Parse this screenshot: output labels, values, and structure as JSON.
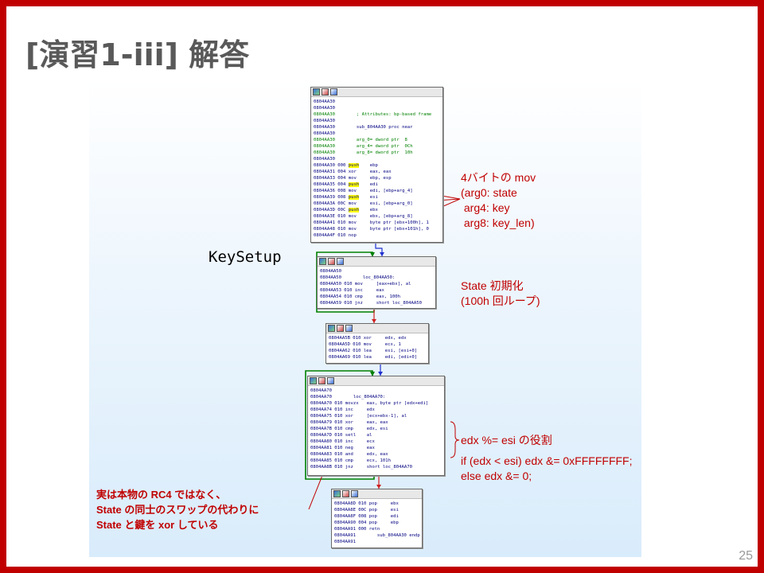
{
  "slide": {
    "title": "[演習1-iii] 解答",
    "page_number": "25",
    "keysetup_label": "KeySetup"
  },
  "colors": {
    "accent": "#c00000",
    "title": "#595959"
  },
  "blocks": {
    "b1": [
      "0804AA30",
      "0804AA30",
      "0804AA30        ; Attributes: bp-based frame",
      "0804AA30",
      "0804AA30        sub_804AA30 proc near",
      "0804AA30",
      "0804AA30        arg_0= dword ptr  8",
      "0804AA30        arg_4= dword ptr  0Ch",
      "0804AA30        arg_8= dword ptr  10h",
      "0804AA30",
      "0804AA30 000 push    ebp",
      "0804AA31 004 xor     eax, eax",
      "0804AA33 004 mov     ebp, esp",
      "0804AA35 004 push    edi",
      "0804AA36 008 mov     edi, [ebp+arg_4]",
      "0804AA39 008 push    esi",
      "0804AA3A 00C mov     esi, [ebp+arg_0]",
      "0804AA3D 00C push    ebx",
      "0804AA3E 010 mov     ebx, [ebp+arg_8]",
      "0804AA41 010 mov     byte ptr [ebx+100h], 1",
      "0804AA48 010 mov     byte ptr [ebx+101h], 0",
      "0804AA4F 010 nop"
    ],
    "b2": [
      "0804AA50",
      "0804AA50        loc_804AA50:",
      "0804AA50 010 mov     [eax+ebx], al",
      "0804AA53 010 inc     eax",
      "0804AA54 010 cmp     eax, 100h",
      "0804AA59 010 jnz     short loc_804AA50"
    ],
    "b3": [
      "0804AA5B 010 xor     edx, edx",
      "0804AA5D 010 mov     ecx, 1",
      "0804AA62 010 lea     esi, [esi+0]",
      "0804AA69 010 lea     edi, [edi+0]"
    ],
    "b4": [
      "0804AA70",
      "0804AA70        loc_804AA70:",
      "0804AA70 010 movzx   eax, byte ptr [edx+edi]",
      "0804AA74 010 inc     edx",
      "0804AA75 010 xor     [ecx+ebx-1], al",
      "0804AA79 010 xor     eax, eax",
      "0804AA7B 010 cmp     edx, esi",
      "0804AA7D 010 setl    al",
      "0804AA80 010 inc     ecx",
      "0804AA81 010 neg     eax",
      "0804AA83 010 and     edx, eax",
      "0804AA85 010 cmp     ecx, 101h",
      "0804AA8B 010 jnz     short loc_804AA70"
    ],
    "b5": [
      "0804AA8D 010 pop     ebx",
      "0804AA8E 00C pop     esi",
      "0804AA8F 008 pop     edi",
      "0804AA90 004 pop     ebp",
      "0804AA91 000 retn",
      "0804AA91        sub_804AA30 endp",
      "0804AA91"
    ]
  },
  "annotations": {
    "mov4": "4バイトの mov\n(arg0: state\n arg4: key\n arg8: key_len)",
    "state_init": "State 初期化\n(100h 回ループ)",
    "edx_role": "edx %= esi の役割",
    "edx_code": "if (edx < esi) edx &= 0xFFFFFFFF;\nelse edx &= 0;",
    "rc4_note": "実は本物の RC4 ではなく、\nState の同士のスワップの代わりに\nState と鍵を xor している"
  }
}
